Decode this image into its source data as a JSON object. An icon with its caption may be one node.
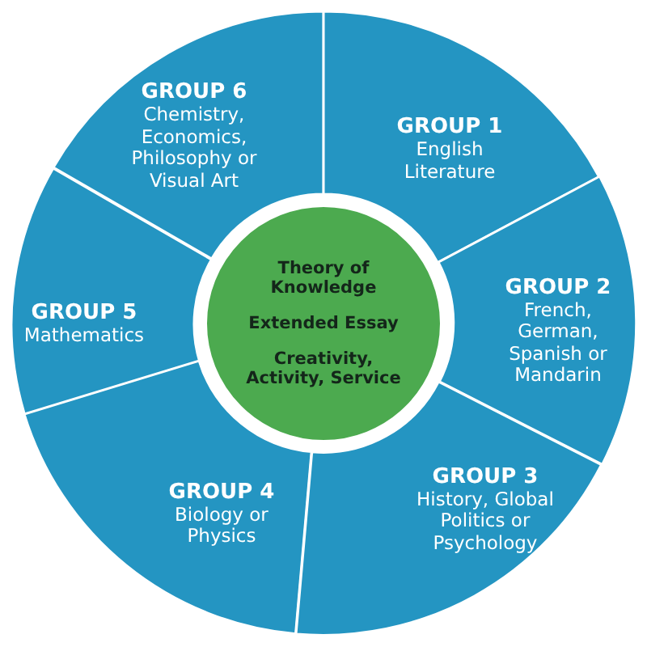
{
  "diagram": {
    "nodes": [
      {
        "text": [
          "GROUP 6",
          "Chemistry, Economics, Philosophy or Visual Art"
        ]
      },
      {
        "text": [
          "GROUP 1",
          "English Literature"
        ]
      },
      {
        "text": [
          "Theory of Knowledge",
          "Extended Essay",
          "Creativity, Activity, Service"
        ]
      },
      {
        "text": [
          "GROUP 5",
          "Mathematics"
        ]
      },
      {
        "text": [
          "GROUP 2",
          "French, German, Spanish or Mandarin"
        ]
      },
      {
        "text": [
          "GROUP 4",
          "Biology or Physics"
        ]
      },
      {
        "text": [
          "GROUP 3",
          "History, Global Politics or Psychology"
        ]
      }
    ]
  }
}
